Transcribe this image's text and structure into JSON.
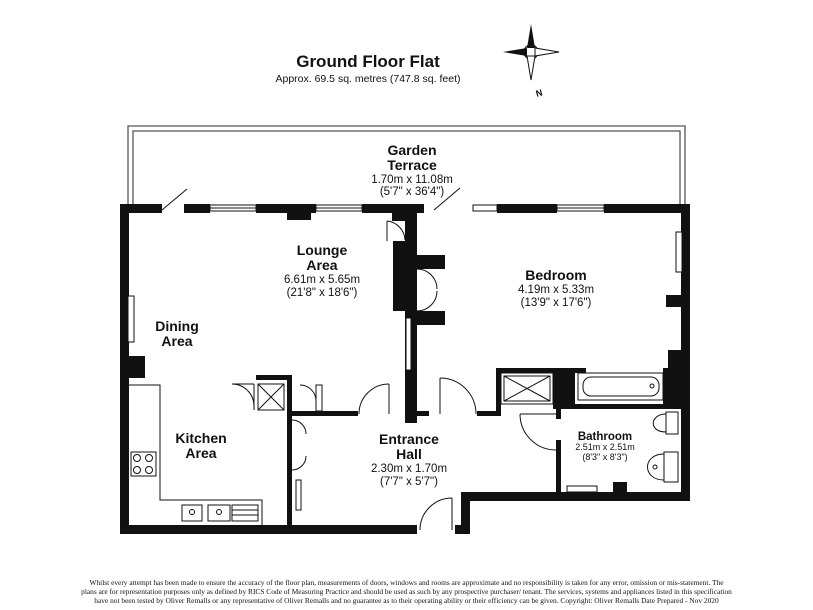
{
  "header": {
    "title": "Ground Floor Flat",
    "subtitle": "Approx. 69.5 sq. metres (747.8 sq. feet)"
  },
  "compass": {
    "label": "N",
    "icon": "compass-rose-icon"
  },
  "rooms": {
    "garden": {
      "name_line1": "Garden",
      "name_line2": "Terrace",
      "dim_m": "1.70m x 11.08m",
      "dim_ft": "(5'7\" x 36'4\")"
    },
    "lounge": {
      "name_line1": "Lounge",
      "name_line2": "Area",
      "dim_m": "6.61m x 5.65m",
      "dim_ft": "(21'8\" x 18'6\")"
    },
    "bedroom": {
      "name": "Bedroom",
      "dim_m": "4.19m x 5.33m",
      "dim_ft": "(13'9\" x 17'6\")"
    },
    "dining": {
      "name_line1": "Dining",
      "name_line2": "Area"
    },
    "kitchen": {
      "name_line1": "Kitchen",
      "name_line2": "Area"
    },
    "hall": {
      "name_line1": "Entrance",
      "name_line2": "Hall",
      "dim_m": "2.30m x 1.70m",
      "dim_ft": "(7'7\" x 5'7\")"
    },
    "bathroom": {
      "name": "Bathroom",
      "dim_m": "2.51m x 2.51m",
      "dim_ft": "(8'3\" x 8'3\")"
    }
  },
  "disclaimer": {
    "line1": "Whilst every attempt has been made to ensure the accuracy of the floor plan, measurements of doors, windows and rooms are approximate and no responsibility is taken for any error, omission or mis-statement. The",
    "line2": "plans are for representation purposes only as defined by RICS Code of Measuring Practice and should be used as such by any prospective purchaser/ tenant. The services, systems and appliances listed in this specification",
    "line3": "have not been tested by Oliver Remalls or any representative of Oliver Remalls and no guarantee as to their operating ability or their efficiency can be given. Copyright: Oliver Remalls Date Prepared - Nov 2020"
  }
}
